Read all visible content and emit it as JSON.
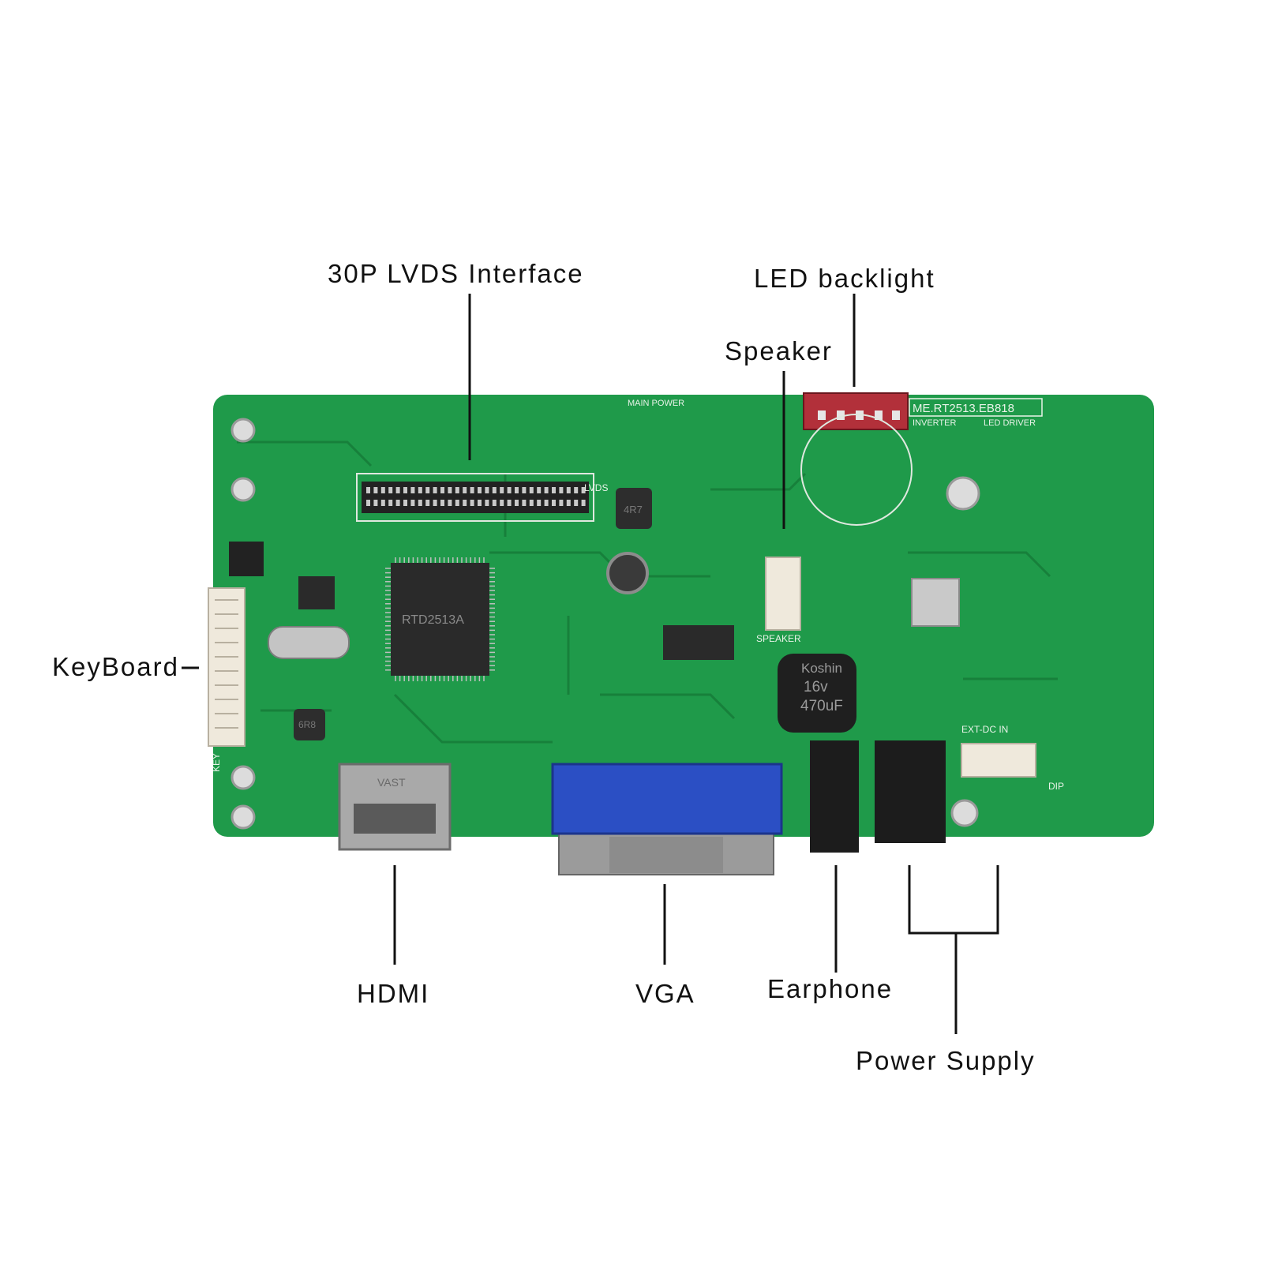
{
  "callouts": {
    "lvds": "30P LVDS Interface",
    "led_backlight": "LED backlight",
    "speaker": "Speaker",
    "keyboard": "KeyBoard",
    "hdmi": "HDMI",
    "vga": "VGA",
    "earphone": "Earphone",
    "power_supply": "Power Supply"
  },
  "board": {
    "model_code": "ME.RT2513.EB818",
    "main_chip": "RTD2513A",
    "silk_main_power": "MAIN POWER",
    "silk_inverter": "INVERTER",
    "silk_led_driver": "LED DRIVER",
    "silk_lvds": "LVDS",
    "silk_speaker": "SPEAKER",
    "silk_key": "KEY",
    "silk_ext_dc_in": "EXT-DC IN",
    "silk_dip": "DIP",
    "capacitor_brand": "Koshin",
    "capacitor_voltage": "16v",
    "capacitor_value": "470uF",
    "inductor_label": "4R7",
    "inductor2_label": "6R8",
    "hdmi_brand": "VAST"
  },
  "colors": {
    "pcb": "#1f9a4a",
    "pcb_dark": "#17803b",
    "vga_blue": "#2b4fc4",
    "led_connector": "#b2303a",
    "connector_white": "#efe9dc",
    "metal": "#a9a9a9",
    "leader": "#111111"
  }
}
